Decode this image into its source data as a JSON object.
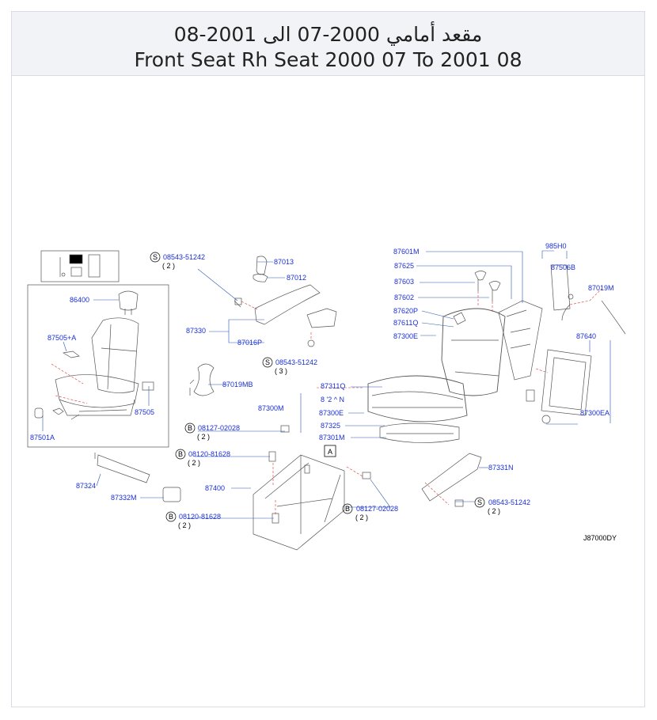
{
  "header": {
    "title_ar": "مقعد أمامي 2000-07 الى 2001-08",
    "title_en": "Front Seat Rh Seat 2000 07 To 2001 08"
  },
  "diagram": {
    "code": "J87000DY",
    "parts": {
      "p86400": "86400",
      "p87505A": "87505+A",
      "p87505": "87505",
      "p87501A": "87501A",
      "p87324": "87324",
      "p87332M": "87332M",
      "p87330": "87330",
      "p87016P": "87016P",
      "p87013": "87013",
      "p87012": "87012",
      "p87019MB": "87019MB",
      "p87300M": "87300M",
      "p87400": "87400",
      "p87311Q": "87311Q",
      "p87300N": "8 '2 ^ N",
      "p87300E": "87300E",
      "p87325": "87325",
      "p87301M": "87301M",
      "p87331N": "87331N",
      "p87601M": "87601M",
      "p87625": "87625",
      "p87603": "87603",
      "p87602": "87602",
      "p87620P": "87620P",
      "p87611Q": "87611Q",
      "p87300E2": "87300E",
      "p985H0": "985H0",
      "p87506B": "87506B",
      "p87019M": "87019M",
      "p87640": "87640",
      "p87300EA": "87300EA"
    },
    "fasteners": [
      {
        "sym": "S",
        "part": "08543-51242",
        "qty": "( 2 )"
      },
      {
        "sym": "S",
        "part": "08543-51242",
        "qty": "( 3 )"
      },
      {
        "sym": "B",
        "part": "08127-02028",
        "qty": "( 2 )"
      },
      {
        "sym": "B",
        "part": "08120-81628",
        "qty": "( 2 )"
      },
      {
        "sym": "B",
        "part": "08120-81628",
        "qty": "( 2 )"
      },
      {
        "sym": "B",
        "part": "08127-02028",
        "qty": "( 2 )"
      },
      {
        "sym": "S",
        "part": "08543-51242",
        "qty": "( 2 )"
      }
    ],
    "view_marker": "A"
  }
}
